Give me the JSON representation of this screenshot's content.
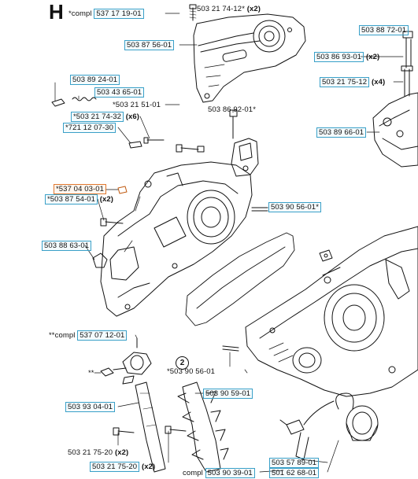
{
  "section": {
    "letter": "H",
    "compl_prefix": "*compl",
    "compl_part": "537 17 19-01"
  },
  "labels": {
    "l01": {
      "text": "503 21 74-12*",
      "qty": "(x2)"
    },
    "l02": {
      "text": "503 88 72-01"
    },
    "l03": {
      "text": "503 87 56-01"
    },
    "l04": {
      "text": "503 86 93-01",
      "qty": "(x2)"
    },
    "l05": {
      "text": "503 21 75-12",
      "qty": "(x4)"
    },
    "l06": {
      "text": "503 89 24-01"
    },
    "l07": {
      "text": "503 43 65-01"
    },
    "l08": {
      "text": "*503 21 51-01"
    },
    "l09": {
      "text": "503 86 92-01*"
    },
    "l10": {
      "text": "*503 21 74-32",
      "qty": "(x6)"
    },
    "l11": {
      "text": "503 89 66-01"
    },
    "l12": {
      "text": "*721 12 07-30"
    },
    "l13": {
      "text": "*537 04 03-01"
    },
    "l14": {
      "text": "*503 87 54-01",
      "qty": "(x2)"
    },
    "l15": {
      "text": "503 90 56-01*"
    },
    "l16": {
      "text": "503 88 63-01"
    },
    "l17": {
      "prefix": "**compl",
      "text": "537 07 12-01"
    },
    "l18": {
      "text": "**"
    },
    "l19": {
      "text": "*503 90 56-01"
    },
    "l20": {
      "text": "503 90 59-01"
    },
    "l21": {
      "text": "503 93 04-01"
    },
    "l22": {
      "text": "503 21 75-20",
      "qty": "(x2)"
    },
    "l23": {
      "text": "503 21 75-20",
      "qty": "(x2)"
    },
    "l24": {
      "text": "503 57 89-01"
    },
    "l25": {
      "prefix": "compl",
      "text": "503 90 39-01"
    },
    "l26": {
      "text": "501 62 68-01"
    }
  },
  "callout": {
    "number": "2"
  },
  "colors": {
    "label_box": "#3aa0c8",
    "selected_box": "#e07830",
    "line": "#111111",
    "background": "#ffffff"
  }
}
